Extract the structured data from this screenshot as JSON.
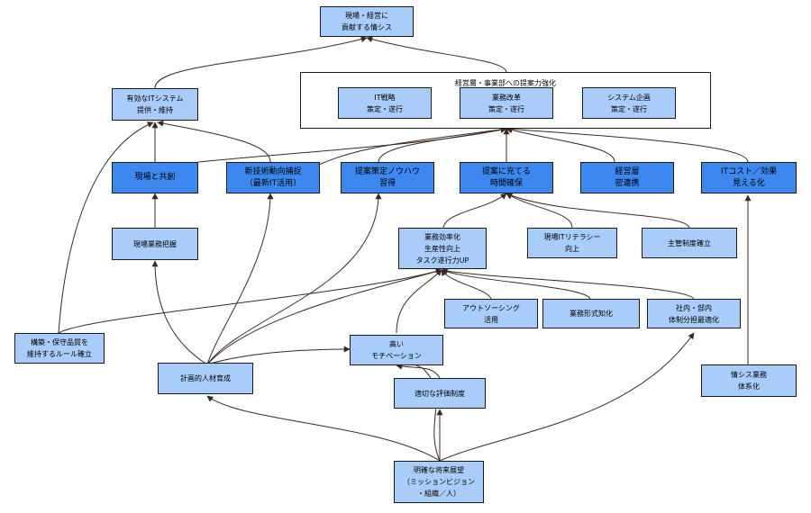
{
  "nodes": {
    "top_goal": [
      "現場・経営に",
      "貢献する情シス"
    ],
    "provide_it": [
      "有効なITシステム",
      "提供・維持"
    ],
    "management_frame_title": "経営層・事業部への提案力強化",
    "it_strategy": [
      "IT戦略",
      "策定・遂行"
    ],
    "business_reform": [
      "業務改革",
      "策定・遂行"
    ],
    "system_planning": [
      "システム企画",
      "策定・遂行"
    ],
    "field_collab": [
      "現場と共創"
    ],
    "new_tech": [
      "新技術動向捕捉",
      "（最新IT活用）"
    ],
    "proposal_knowhow": [
      "提案策定ノウハウ",
      "習得"
    ],
    "proposal_time": [
      "提案に充てる",
      "時間確保"
    ],
    "mgmt_close": [
      "経営層",
      "密連携"
    ],
    "it_cost": [
      "ITコスト／効果",
      "見える化"
    ],
    "field_grasp": [
      "現場業務把握"
    ],
    "efficiency": [
      "業務効率化",
      "生産性向上",
      "タスク遂行力UP"
    ],
    "field_literacy": [
      "現場ITリテラシー",
      "向上"
    ],
    "ownership": [
      "主管制度確立"
    ],
    "outsourcing": [
      "アウトソーシング",
      "活用"
    ],
    "formalization": [
      "業務形式知化"
    ],
    "division_labor": [
      "社内・部内",
      "体制分担最適化"
    ],
    "quality_rules": [
      "構築・保守品質を",
      "維持するルール確立"
    ],
    "motivation": [
      "高い",
      "モチベーション"
    ],
    "hr_training": [
      "計画的人材育成"
    ],
    "evaluation": [
      "適切な評価制度"
    ],
    "it_system": [
      "情シス業務",
      "体系化"
    ],
    "vision": [
      "明確な将来展望",
      "（ミッションビジョン",
      "・組織／人）"
    ]
  },
  "colors": {
    "light_node": "#a9cdfa",
    "dark_node": "#3d87f0",
    "border": "#1a1a1a",
    "arrow": "#3a2a22"
  }
}
